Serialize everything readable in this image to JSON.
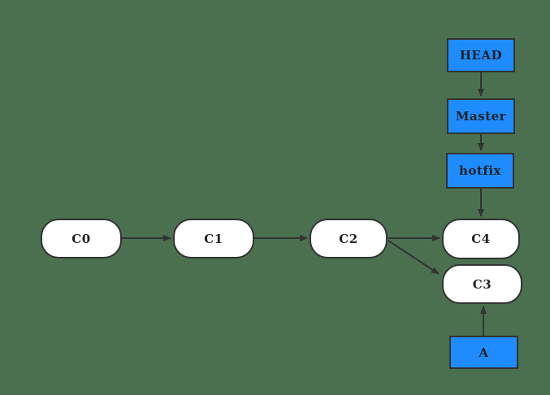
{
  "diagram": {
    "kind": "git-branch-diagram",
    "background_color": "#4A7050",
    "edge_color": "#333333",
    "branch_box_fill": "#1E8CFF",
    "commit_node_fill": "#FFFFFF",
    "text_color": "#1F2124",
    "pointers": {
      "head": {
        "label": "HEAD"
      },
      "master": {
        "label": "Master"
      },
      "hotfix": {
        "label": "hotfix"
      },
      "a": {
        "label": "A"
      }
    },
    "commits": {
      "c0": {
        "label": "C0"
      },
      "c1": {
        "label": "C1"
      },
      "c2": {
        "label": "C2"
      },
      "c3": {
        "label": "C3"
      },
      "c4": {
        "label": "C4"
      }
    },
    "edges": [
      {
        "from": "HEAD",
        "to": "Master"
      },
      {
        "from": "Master",
        "to": "hotfix"
      },
      {
        "from": "hotfix",
        "to": "C4"
      },
      {
        "from": "C0",
        "to": "C1"
      },
      {
        "from": "C1",
        "to": "C2"
      },
      {
        "from": "C2",
        "to": "C4"
      },
      {
        "from": "C2",
        "to": "C3"
      },
      {
        "from": "A",
        "to": "C3"
      }
    ]
  }
}
